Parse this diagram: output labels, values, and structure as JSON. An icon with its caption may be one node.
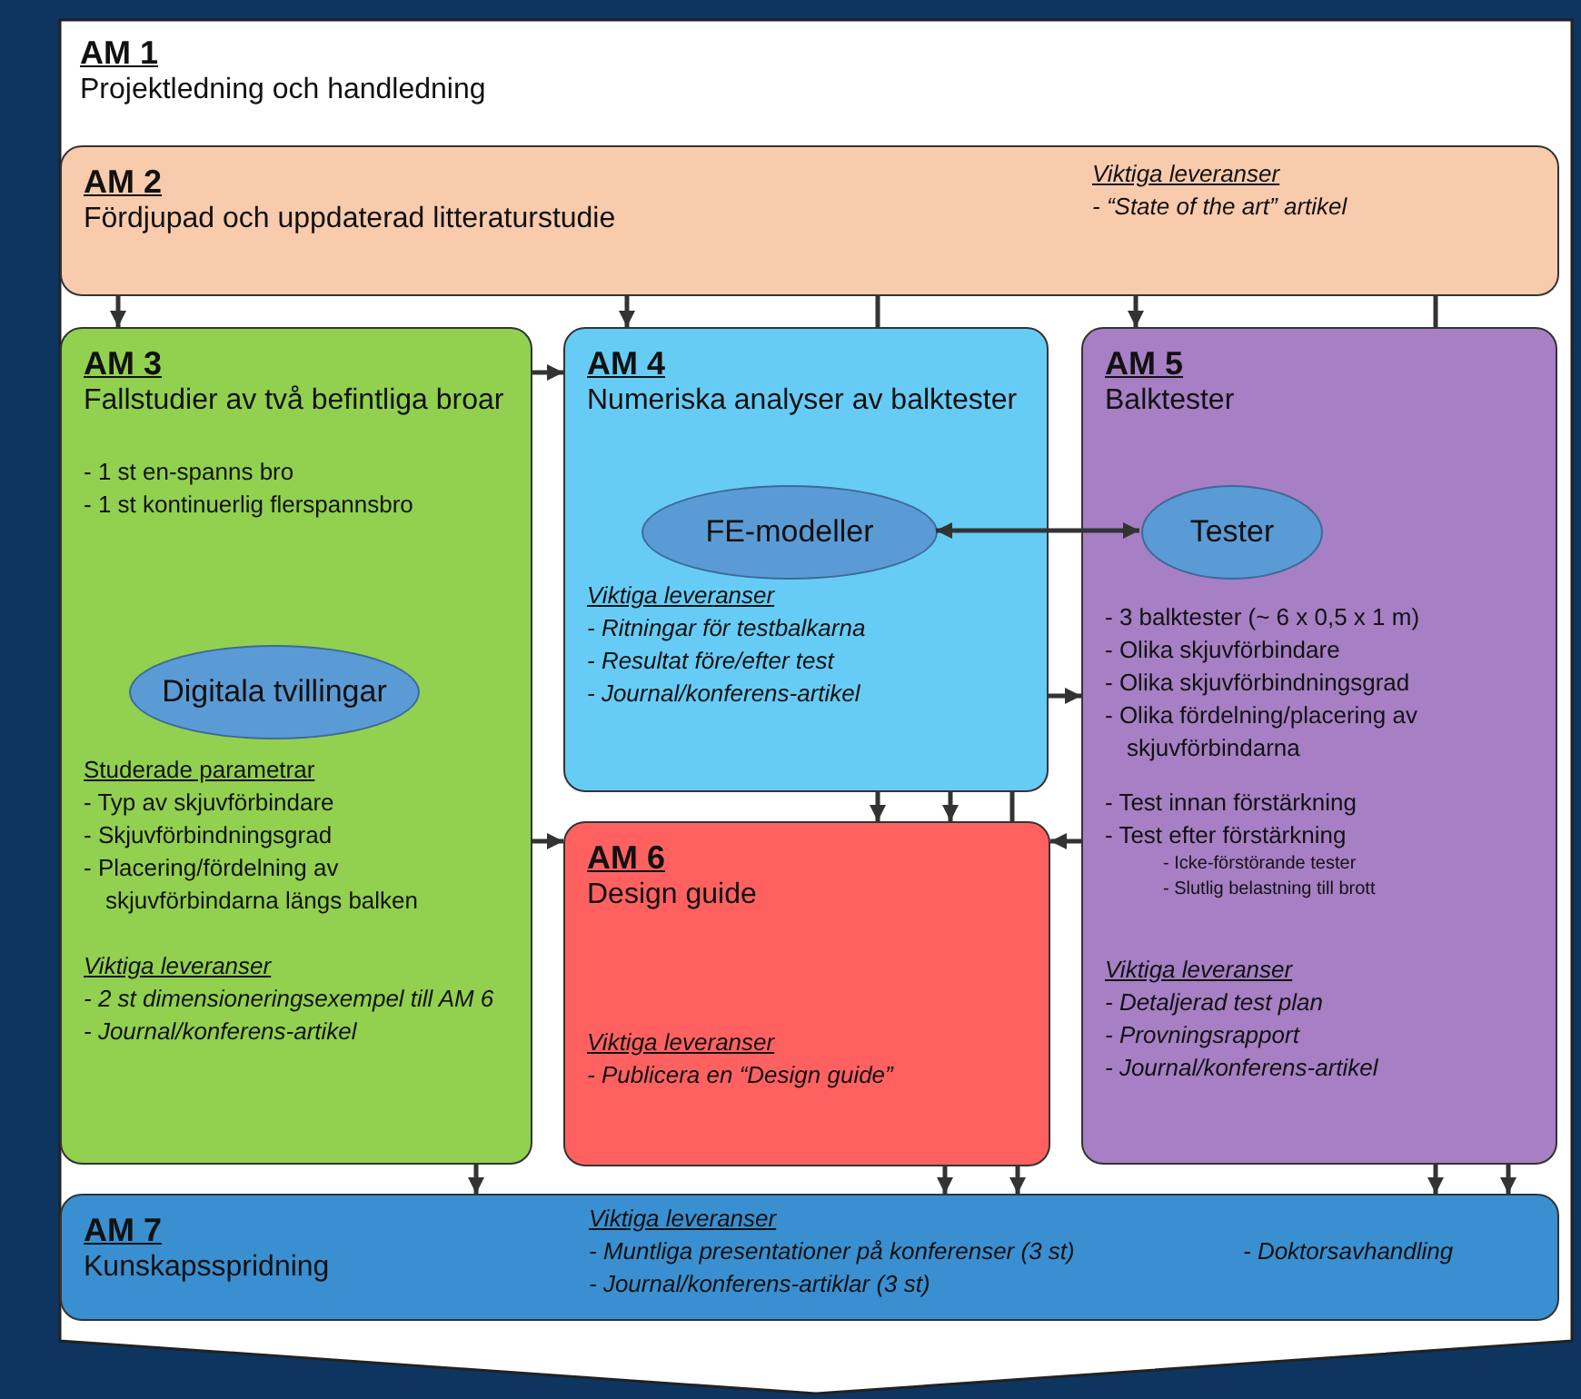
{
  "diagram": {
    "nodes": [
      {
        "text": [
          "AM 1",
          "Projektledning och handledning"
        ]
      },
      {
        "text": [
          "AM 2",
          "Fördjupad och uppdaterad litteraturstudie",
          "Viktiga leveranser",
          "- “State of the art” artikel"
        ],
        "in": 0
      },
      {
        "text": [
          "AM 3",
          "Fallstudier av två befintliga broar",
          "- 1 st en-spanns bro",
          "- 1 st kontinuerlig flerspannsbro",
          "Studerade parametrar",
          "- Typ av skjuvförbindare",
          "- Skjuvförbindningsgrad",
          "- Placering/fördelning av skjuvförbindarna längs balken",
          "Viktiga leveranser",
          "- 2 st dimensioneringsexempel till AM 6",
          "- Journal/konferens-artikel"
        ],
        "in": 0
      },
      {
        "text": [
          "Digitala tvillingar"
        ],
        "in": 2
      },
      {
        "text": [
          "AM 4",
          "Numeriska analyser av balktester",
          "Viktiga leveranser",
          "- Ritningar för testbalkarna",
          "- Resultat före/efter test",
          "- Journal/konferens-artikel"
        ],
        "in": 0
      },
      {
        "text": [
          "FE-modeller"
        ],
        "in": 4
      },
      {
        "text": [
          "AM 5",
          "Balktester",
          "- 3 balktester (~ 6 x 0,5 x 1 m)",
          "- Olika skjuvförbindare",
          "- Olika skjuvförbindningsgrad",
          "- Olika fördelning/placering av skjuvförbindarna",
          "- Test innan förstärkning",
          "- Test efter förstärkning",
          "- Icke-förstörande tester",
          "- Slutlig belastning till brott",
          "Viktiga leveranser",
          "- Detaljerad test plan",
          "- Provningsrapport",
          "- Journal/konferens-artikel"
        ],
        "in": 0
      },
      {
        "text": [
          "Tester"
        ],
        "in": 6
      },
      {
        "text": [
          "AM 6",
          "Design guide",
          "Viktiga leveranser",
          "- Publicera en “Design guide”"
        ],
        "in": 0
      },
      {
        "text": [
          "AM 7",
          "Kunskapsspridning",
          "Viktiga leveranser",
          "- Muntliga presentationer på konferenser (3 st)",
          "- Journal/konferens-artiklar (3 st)",
          "- Doktorsavhandling"
        ],
        "in": 0
      }
    ],
    "edges": [
      {
        "from": 1,
        "to": 2,
        "arrow": "to"
      },
      {
        "from": 1,
        "to": 4,
        "arrow": "to"
      },
      {
        "from": 4,
        "to": 1,
        "arrow": "none"
      },
      {
        "from": 1,
        "to": 6,
        "arrow": "to"
      },
      {
        "from": 6,
        "to": 1,
        "arrow": "none"
      },
      {
        "from": 2,
        "to": 4,
        "arrow": "to"
      },
      {
        "from": 2,
        "to": 8,
        "arrow": "to"
      },
      {
        "from": 4,
        "to": 6,
        "arrow": "to"
      },
      {
        "from": 6,
        "to": 8,
        "arrow": "to"
      },
      {
        "from": 5,
        "to": 7,
        "arrow": "both"
      },
      {
        "from": 4,
        "to": 8,
        "arrow": "to"
      },
      {
        "from": 4,
        "to": 8,
        "arrow": "to"
      },
      {
        "from": 4,
        "to": 8,
        "arrow": "none"
      },
      {
        "from": 2,
        "to": 9,
        "arrow": "to"
      },
      {
        "from": 8,
        "to": 9,
        "arrow": "to"
      },
      {
        "from": 8,
        "to": 9,
        "arrow": "to"
      },
      {
        "from": 6,
        "to": 9,
        "arrow": "to"
      },
      {
        "from": 6,
        "to": 9,
        "arrow": "to"
      }
    ]
  }
}
